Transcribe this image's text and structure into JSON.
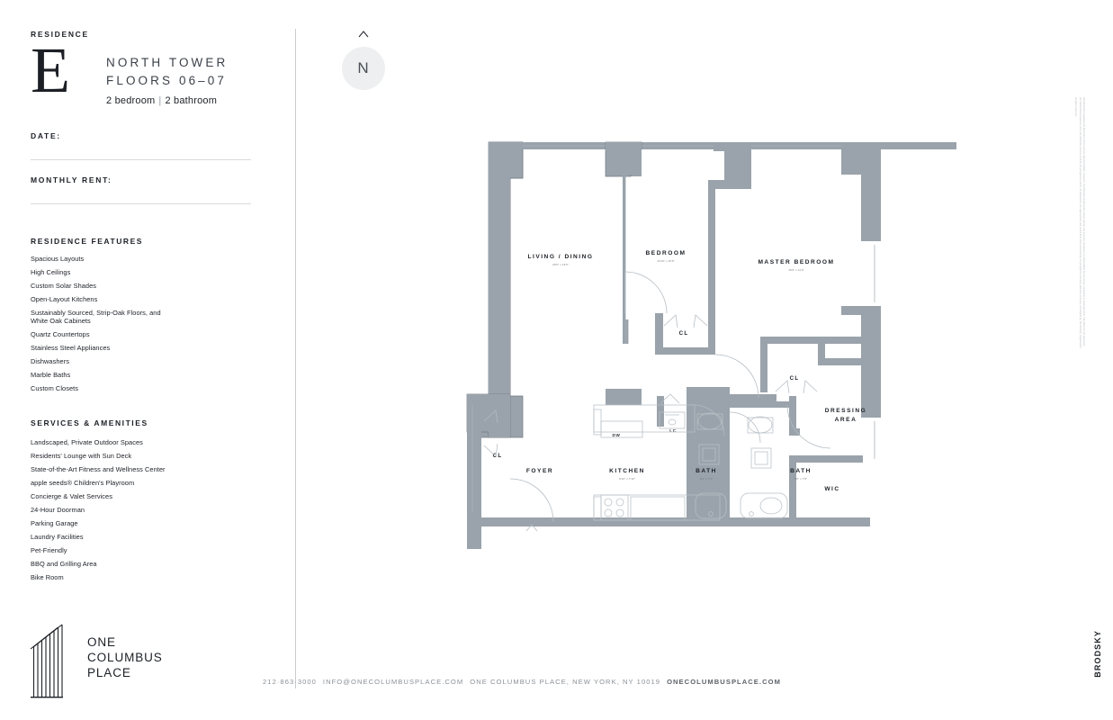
{
  "residence": {
    "kicker": "RESIDENCE",
    "letter": "E",
    "tower": "NORTH TOWER",
    "floors": "FLOORS 06–07",
    "bedrooms": "2 bedroom",
    "separator": "|",
    "bathrooms": "2 bathroom"
  },
  "fields": {
    "date_label": "DATE:",
    "rent_label": "MONTHLY RENT:"
  },
  "features": {
    "heading": "RESIDENCE FEATURES",
    "items": [
      "Spacious Layouts",
      "High Ceilings",
      "Custom Solar Shades",
      "Open-Layout Kitchens",
      "Sustainably Sourced, Strip-Oak Floors, and White Oak Cabinets",
      "Quartz Countertops",
      "Stainless Steel Appliances",
      "Dishwashers",
      "Marble Baths",
      "Custom Closets"
    ]
  },
  "services": {
    "heading": "SERVICES & AMENITIES",
    "items": [
      "Landscaped, Private Outdoor Spaces",
      "Residents' Lounge with Sun Deck",
      "State-of-the-Art Fitness and Wellness Center",
      "apple seeds® Children's Playroom",
      "Concierge & Valet Services",
      "24-Hour Doorman",
      "Parking Garage",
      "Laundry Facilities",
      "Pet-Friendly",
      "BBQ and Grilling Area",
      "Bike Room"
    ]
  },
  "logo": {
    "line1": "ONE",
    "line2": "COLUMBUS",
    "line3": "PLACE"
  },
  "compass": {
    "label": "N"
  },
  "floorplan": {
    "rooms": [
      {
        "name": "LIVING / DINING",
        "dims": "20'5\" × 13'0\""
      },
      {
        "name": "BEDROOM",
        "dims": "13'10\" × 10'0\""
      },
      {
        "name": "MASTER BEDROOM",
        "dims": "15'0\" × 11'0\""
      },
      {
        "name": "KITCHEN",
        "dims": "9'10\" × 7'10\""
      },
      {
        "name": "BATH",
        "dims": "5'6\" × 7'4\""
      },
      {
        "name": "BATH",
        "dims": "5'6\" × 7'8\""
      },
      {
        "name": "FOYER",
        "dims": ""
      },
      {
        "name": "DRESSING AREA",
        "dims": ""
      },
      {
        "name": "WIC",
        "dims": ""
      }
    ],
    "labels": {
      "living": "LIVING / DINING",
      "living_dims": "20'5\" × 13'0\"",
      "bedroom": "BEDROOM",
      "bedroom_dims": "13'10\" × 10'0\"",
      "master": "MASTER BEDROOM",
      "master_dims": "15'0\" × 11'0\"",
      "kitchen": "KITCHEN",
      "kitchen_dims": "9'10\" × 7'10\"",
      "bath1": "BATH",
      "bath1_dims": "5'6\" × 7'4\"",
      "bath2": "BATH",
      "bath2_dims": "5'6\" × 7'8\"",
      "foyer": "FOYER",
      "dressing_1": "DRESSING",
      "dressing_2": "AREA",
      "wic": "WIC",
      "cl_bedroom": "CL",
      "cl_foyer": "CL",
      "cl_master": "CL",
      "dw": "DW",
      "lc": "LC"
    }
  },
  "footer": {
    "phone": "212·863·3000",
    "email": "INFO@ONECOLUMBUSPLACE.COM",
    "address": "ONE COLUMBUS PLACE, NEW YORK, NY 10019",
    "website": "ONECOLUMBUSPLACE.COM"
  },
  "legal": {
    "text": "All information regarding the floor plan is from sources deemed reliable. However, The Brodsky Organization cannot warrant the accuracy and bears no responsibility for any errors, omissions or misstatements. The plans for the apartment are informational purposes only and should be used as such by the prospective renter. All dimensions are approximate and actual floor area measured by the prospective renter(s) absolute accuracy. Developed by The Brodsky Organization, all rights reserved.",
    "brodsky": "BRODSKY"
  },
  "colors": {
    "wall": "#9aa3ab",
    "wall_dark": "#7d868f",
    "text": "#1c2026",
    "muted": "#8b9096",
    "rule": "#d8dadd"
  }
}
